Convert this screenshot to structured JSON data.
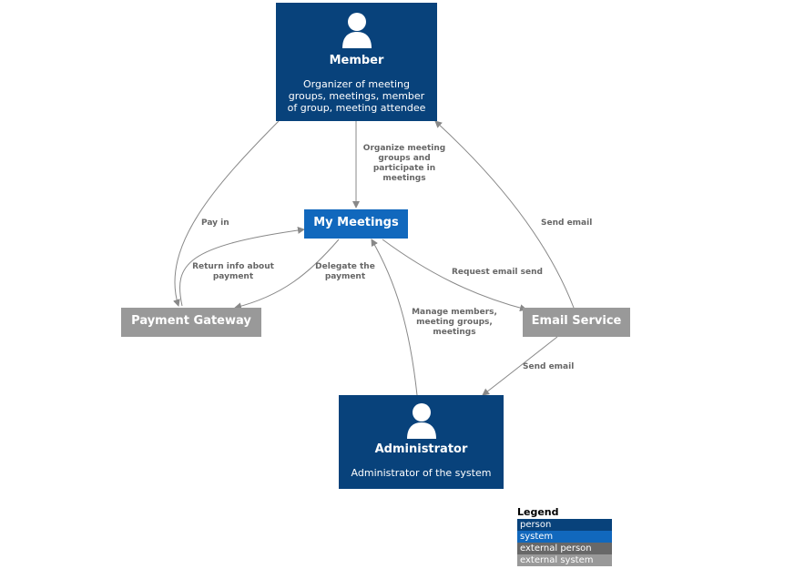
{
  "nodes": {
    "member": {
      "title": "Member",
      "description": "Organizer of meeting groups, meetings, member of group, meeting attendee",
      "icon": "person-icon"
    },
    "my_meetings": {
      "title": "My Meetings"
    },
    "payment_gateway": {
      "title": "Payment Gateway"
    },
    "email_service": {
      "title": "Email Service"
    },
    "administrator": {
      "title": "Administrator",
      "description": "Administrator of the system",
      "icon": "person-icon"
    }
  },
  "edges": {
    "organize": "Organize meeting groups and participate in meetings",
    "pay_in": "Pay in",
    "return_info": "Return info about payment",
    "delegate": "Delegate the payment",
    "request_email": "Request email send",
    "send_email_member": "Send email",
    "manage": "Manage members, meeting groups, meetings",
    "send_email_admin": "Send email"
  },
  "legend": {
    "title": "Legend",
    "items": [
      "person",
      "system",
      "external person",
      "external system"
    ]
  },
  "colors": {
    "person": "#08427b",
    "system": "#1168bd",
    "external_person": "#686868",
    "external_system": "#999999",
    "edge": "#888888"
  }
}
